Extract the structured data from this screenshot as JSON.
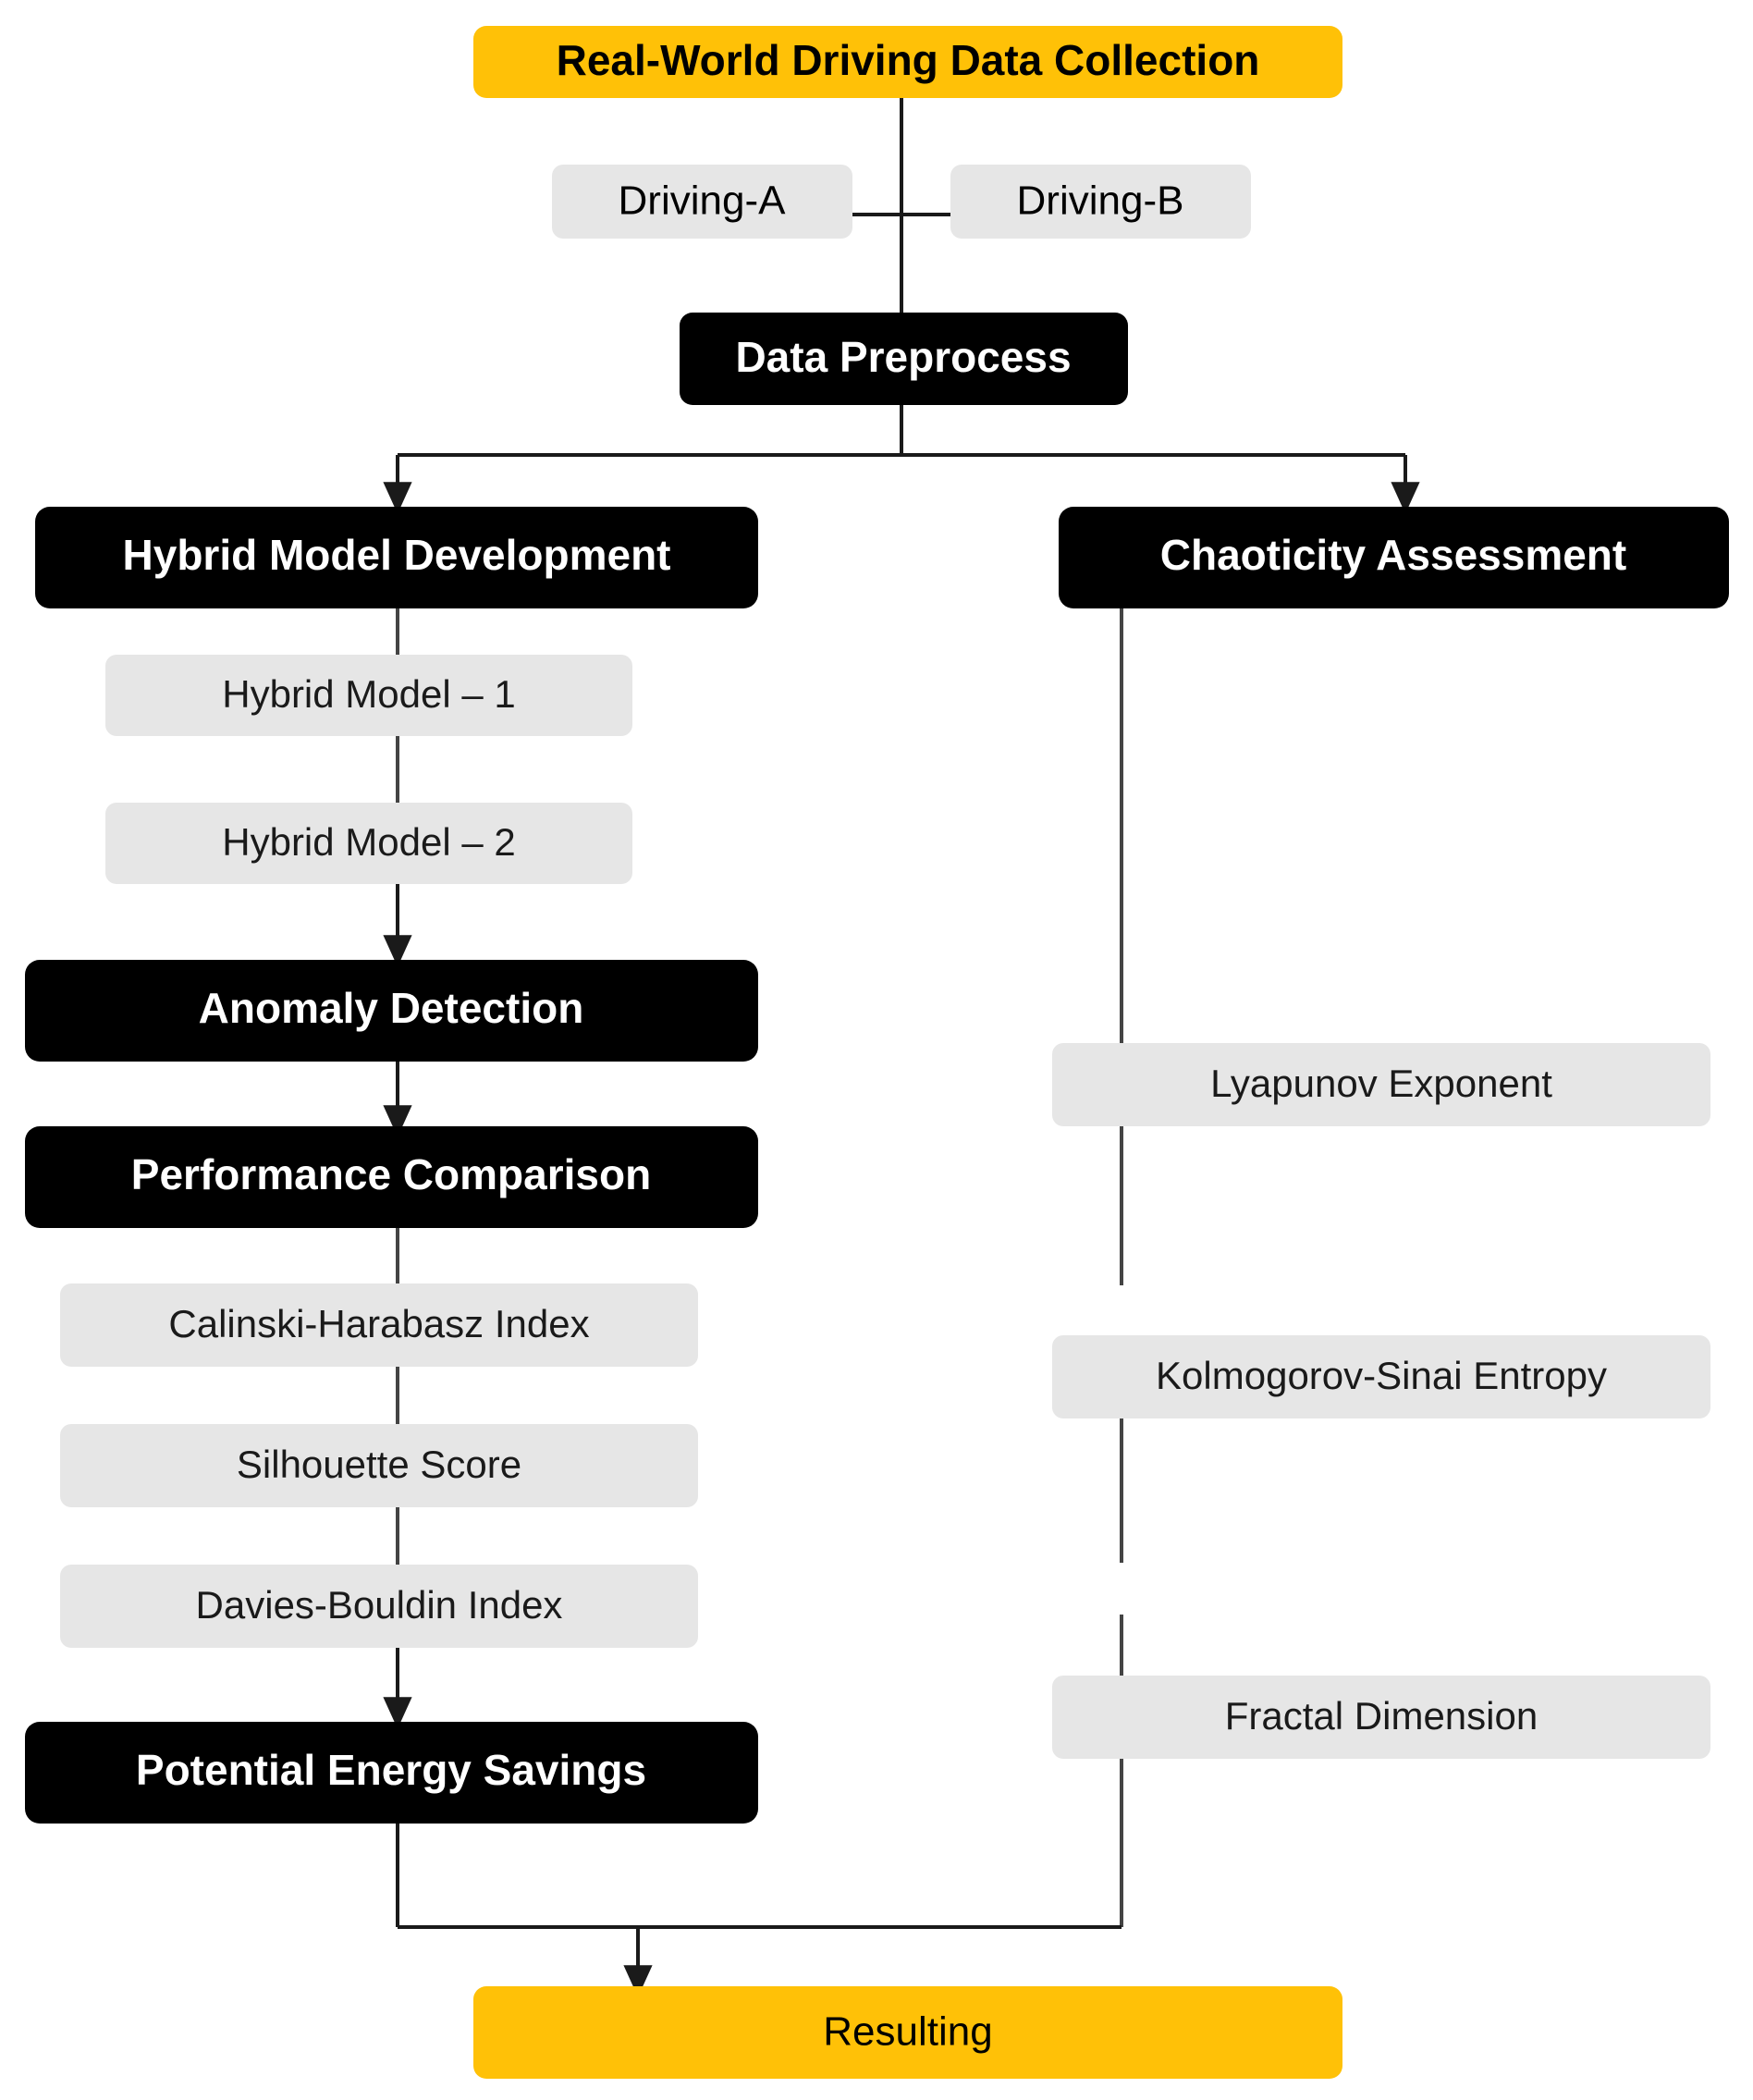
{
  "diagram": {
    "title_node": "Real-World Driving Data Collection",
    "colors": {
      "accent": "#FFC107",
      "primary": "#000000",
      "secondary": "#E6E6E6",
      "edge": "#1A1A1A",
      "text_on_primary": "#FFFFFF",
      "text_on_accent": "#000000"
    },
    "nodes": {
      "data_collection": "Real-World Driving Data Collection",
      "driving_a": "Driving-A",
      "driving_b": "Driving-B",
      "data_preprocess": "Data Preprocess",
      "hybrid_model_development": "Hybrid Model Development",
      "hybrid_model_1": "Hybrid Model – 1",
      "hybrid_model_2": "Hybrid Model – 2",
      "anomaly_detection": "Anomaly Detection",
      "performance_comparison": "Performance Comparison",
      "calinski_harabasz_index": "Calinski-Harabasz Index",
      "silhouette_score": "Silhouette Score",
      "davies_bouldin_index": "Davies-Bouldin Index",
      "potential_energy_savings": "Potential Energy Savings",
      "chaoticity_assessment": "Chaoticity Assessment",
      "lyapunov_exponent": "Lyapunov Exponent",
      "kolmogorov_sinai_entropy": "Kolmogorov-Sinai Entropy",
      "fractal_dimension": "Fractal Dimension",
      "resulting": "Resulting"
    },
    "edges": [
      {
        "from": "data_collection",
        "to": "data_preprocess",
        "arrow": false
      },
      {
        "from": "driving_a",
        "to": "driving_b",
        "arrow": false
      },
      {
        "from": "data_preprocess",
        "to": "hybrid_model_development",
        "arrow": true
      },
      {
        "from": "data_preprocess",
        "to": "chaoticity_assessment",
        "arrow": true
      },
      {
        "from": "hybrid_model_development",
        "to": "hybrid_model_1",
        "arrow": false
      },
      {
        "from": "hybrid_model_1",
        "to": "hybrid_model_2",
        "arrow": false
      },
      {
        "from": "hybrid_model_2",
        "to": "anomaly_detection",
        "arrow": true
      },
      {
        "from": "anomaly_detection",
        "to": "performance_comparison",
        "arrow": true
      },
      {
        "from": "performance_comparison",
        "to": "calinski_harabasz_index",
        "arrow": false
      },
      {
        "from": "calinski_harabasz_index",
        "to": "silhouette_score",
        "arrow": false
      },
      {
        "from": "silhouette_score",
        "to": "davies_bouldin_index",
        "arrow": false
      },
      {
        "from": "davies_bouldin_index",
        "to": "potential_energy_savings",
        "arrow": true
      },
      {
        "from": "chaoticity_assessment",
        "to": "lyapunov_exponent",
        "arrow": false
      },
      {
        "from": "lyapunov_exponent",
        "to": "kolmogorov_sinai_entropy",
        "arrow": false
      },
      {
        "from": "kolmogorov_sinai_entropy",
        "to": "fractal_dimension",
        "arrow": false
      },
      {
        "from": "potential_energy_savings",
        "to": "resulting",
        "arrow": true
      },
      {
        "from": "fractal_dimension",
        "to": "resulting",
        "arrow": true
      }
    ]
  }
}
